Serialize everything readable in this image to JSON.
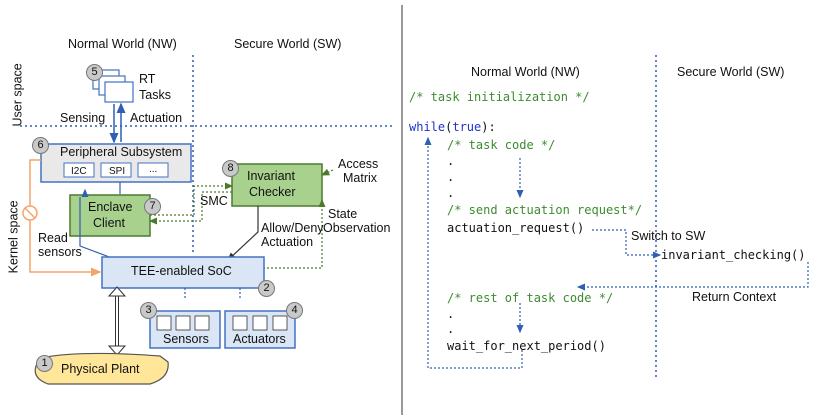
{
  "left": {
    "nw_heading": "Normal World (NW)",
    "sw_heading": "Secure World (SW)",
    "user_space": "User space",
    "kernel_space": "Kernel space",
    "rt_tasks": [
      "RT",
      "Tasks"
    ],
    "sensing": "Sensing",
    "actuation": "Actuation",
    "peripheral_subsystem": "Peripheral Subsystem",
    "bus_items": [
      "I2C",
      "SPI",
      "..."
    ],
    "enclave_client": [
      "Enclave",
      "Client"
    ],
    "smc": "SMC",
    "invariant_checker": [
      "Invariant",
      "Checker"
    ],
    "access_matrix": [
      "Access",
      "Matrix"
    ],
    "allow_deny": [
      "Allow/Deny",
      "Actuation"
    ],
    "state_observation": [
      "State",
      "Observation"
    ],
    "read_sensors": [
      "Read",
      "sensors"
    ],
    "soc": "TEE-enabled SoC",
    "sensors": "Sensors",
    "actuators": "Actuators",
    "physical_plant": "Physical Plant",
    "badges": [
      "1",
      "2",
      "3",
      "4",
      "5",
      "6",
      "7",
      "8"
    ],
    "colors": {
      "nw_blue": "#4472c4",
      "green_fill": "#a9d18e",
      "soc_fill": "#dae5f5",
      "plant_fill": "#ffe699",
      "orange": "#f4b183",
      "dotted_green": "#507e32"
    }
  },
  "right": {
    "nw_heading": "Normal World (NW)",
    "sw_heading": "Secure World (SW)",
    "code": {
      "init_comment": "/* task initialization */",
      "while_kw": "while",
      "while_paren_open": "(",
      "true_kw": "true",
      "while_rest": "):",
      "task_code_comment": "/* task code */",
      "dot": ".",
      "send_comment": "/* send actuation request*/",
      "actuation_request": "actuation_request()",
      "invariant_checking": "invariant_checking()",
      "rest_comment": "/* rest of task code */",
      "wait_next": "wait_for_next_period()"
    },
    "switch_to_sw": "Switch to SW",
    "return_context": "Return Context"
  }
}
